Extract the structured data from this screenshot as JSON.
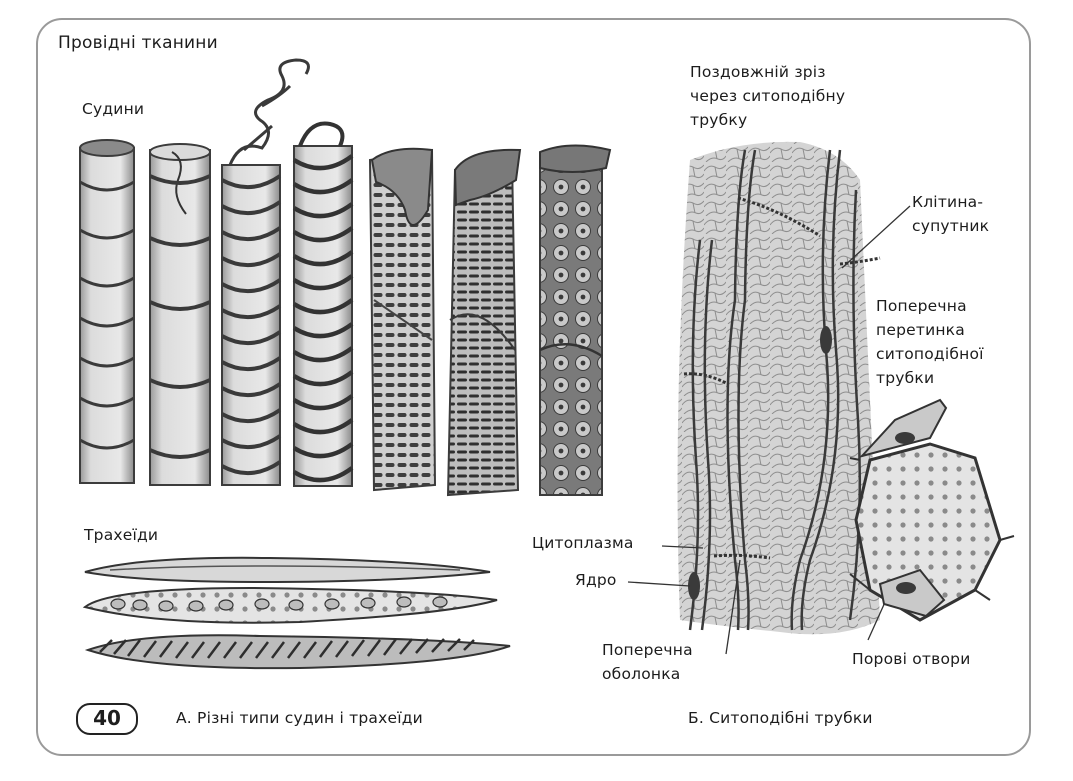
{
  "title": "Провідні тканини",
  "vessels_label": "Судини",
  "tracheids_label": "Трахеїди",
  "sieve": {
    "section_caption": "Поздовжній зріз\nчерез ситоподібну\nтрубку",
    "companion_cell": "Клітина-\nсупутник",
    "sieve_plate": "Поперечна\nперетинка\nситоподібної\nтрубки",
    "cytoplasm": "Цитоплазма",
    "nucleus": "Ядро",
    "cross_wall": "Поперечна\nоболонка",
    "pores": "Порові отвори"
  },
  "caption_a": "А. Різні типи судин і трахеїди",
  "caption_b": "Б. Ситоподібні трубки",
  "page_number": "40"
}
